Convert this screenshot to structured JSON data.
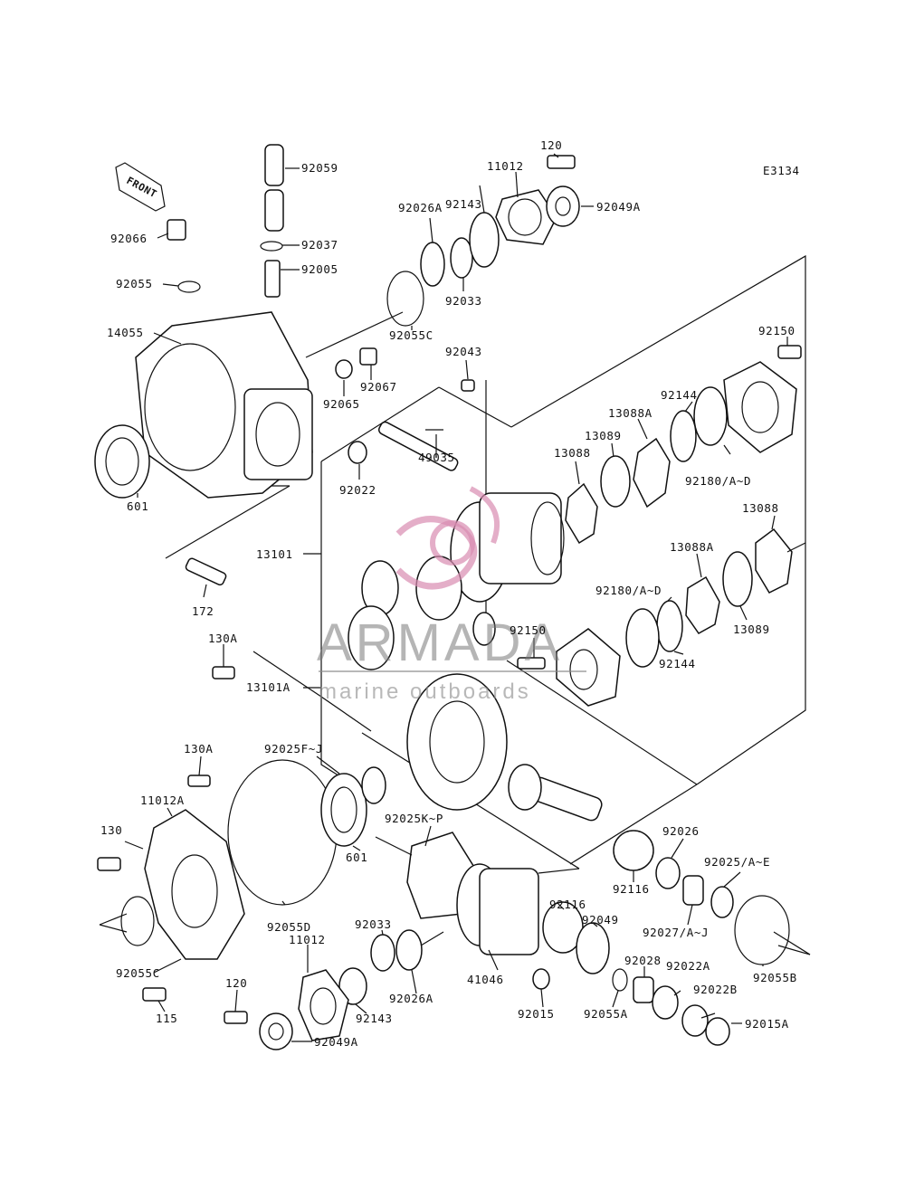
{
  "diagram": {
    "code": "E3134",
    "front_label": "FRONT",
    "labels": [
      {
        "id": "l-92059",
        "text": "92059"
      },
      {
        "id": "l-92037",
        "text": "92037"
      },
      {
        "id": "l-92005",
        "text": "92005"
      },
      {
        "id": "l-92066",
        "text": "92066"
      },
      {
        "id": "l-92055",
        "text": "92055"
      },
      {
        "id": "l-14055",
        "text": "14055"
      },
      {
        "id": "l-601a",
        "text": "601"
      },
      {
        "id": "l-92065",
        "text": "92065"
      },
      {
        "id": "l-92067",
        "text": "92067"
      },
      {
        "id": "l-92055c-top",
        "text": "92055C"
      },
      {
        "id": "l-92026a-top",
        "text": "92026A"
      },
      {
        "id": "l-92033-top",
        "text": "92033"
      },
      {
        "id": "l-92143-top",
        "text": "92143"
      },
      {
        "id": "l-11012-top",
        "text": "11012"
      },
      {
        "id": "l-120-top",
        "text": "120"
      },
      {
        "id": "l-92049a-top",
        "text": "92049A"
      },
      {
        "id": "l-92043",
        "text": "92043"
      },
      {
        "id": "l-92150-top",
        "text": "92150"
      },
      {
        "id": "l-92144-top",
        "text": "92144"
      },
      {
        "id": "l-13088a-top",
        "text": "13088A"
      },
      {
        "id": "l-13089-top",
        "text": "13089"
      },
      {
        "id": "l-13088-top",
        "text": "13088"
      },
      {
        "id": "l-92180-top",
        "text": "92180/A~D"
      },
      {
        "id": "l-49035",
        "text": "49035"
      },
      {
        "id": "l-92022",
        "text": "92022"
      },
      {
        "id": "l-13101",
        "text": "13101"
      },
      {
        "id": "l-172",
        "text": "172"
      },
      {
        "id": "l-13088-right",
        "text": "13088"
      },
      {
        "id": "l-13088a-right",
        "text": "13088A"
      },
      {
        "id": "l-92180-mid",
        "text": "92180/A~D"
      },
      {
        "id": "l-13089-right",
        "text": "13089"
      },
      {
        "id": "l-92150-mid",
        "text": "92150"
      },
      {
        "id": "l-92144-mid",
        "text": "92144"
      },
      {
        "id": "l-130a-a",
        "text": "130A"
      },
      {
        "id": "l-13101a",
        "text": "13101A"
      },
      {
        "id": "l-130a-b",
        "text": "130A"
      },
      {
        "id": "l-92025fj",
        "text": "92025F~J"
      },
      {
        "id": "l-11012a",
        "text": "11012A"
      },
      {
        "id": "l-130",
        "text": "130"
      },
      {
        "id": "l-601b",
        "text": "601"
      },
      {
        "id": "l-92025kp",
        "text": "92025K~P"
      },
      {
        "id": "l-92026",
        "text": "92026"
      },
      {
        "id": "l-92116-a",
        "text": "92116"
      },
      {
        "id": "l-92025ae",
        "text": "92025/A~E"
      },
      {
        "id": "l-92116-b",
        "text": "92116"
      },
      {
        "id": "l-92049",
        "text": "92049"
      },
      {
        "id": "l-92027",
        "text": "92027/A~J"
      },
      {
        "id": "l-92055d",
        "text": "92055D"
      },
      {
        "id": "l-92033-bot",
        "text": "92033"
      },
      {
        "id": "l-11012-bot",
        "text": "11012"
      },
      {
        "id": "l-92055c-bot",
        "text": "92055C"
      },
      {
        "id": "l-120-bot",
        "text": "120"
      },
      {
        "id": "l-115",
        "text": "115"
      },
      {
        "id": "l-92143-bot",
        "text": "92143"
      },
      {
        "id": "l-92026a-bot",
        "text": "92026A"
      },
      {
        "id": "l-41046",
        "text": "41046"
      },
      {
        "id": "l-92015",
        "text": "92015"
      },
      {
        "id": "l-92055a",
        "text": "92055A"
      },
      {
        "id": "l-92028",
        "text": "92028"
      },
      {
        "id": "l-92022a",
        "text": "92022A"
      },
      {
        "id": "l-92022b",
        "text": "92022B"
      },
      {
        "id": "l-92055b",
        "text": "92055B"
      },
      {
        "id": "l-92015a",
        "text": "92015A"
      },
      {
        "id": "l-92049a-bot",
        "text": "92049A"
      }
    ]
  },
  "watermark": {
    "brand": "ARMADA",
    "tagline": "marine outboards",
    "colors": {
      "logo": "#d98cb0",
      "text": "#7a7a7a"
    }
  }
}
